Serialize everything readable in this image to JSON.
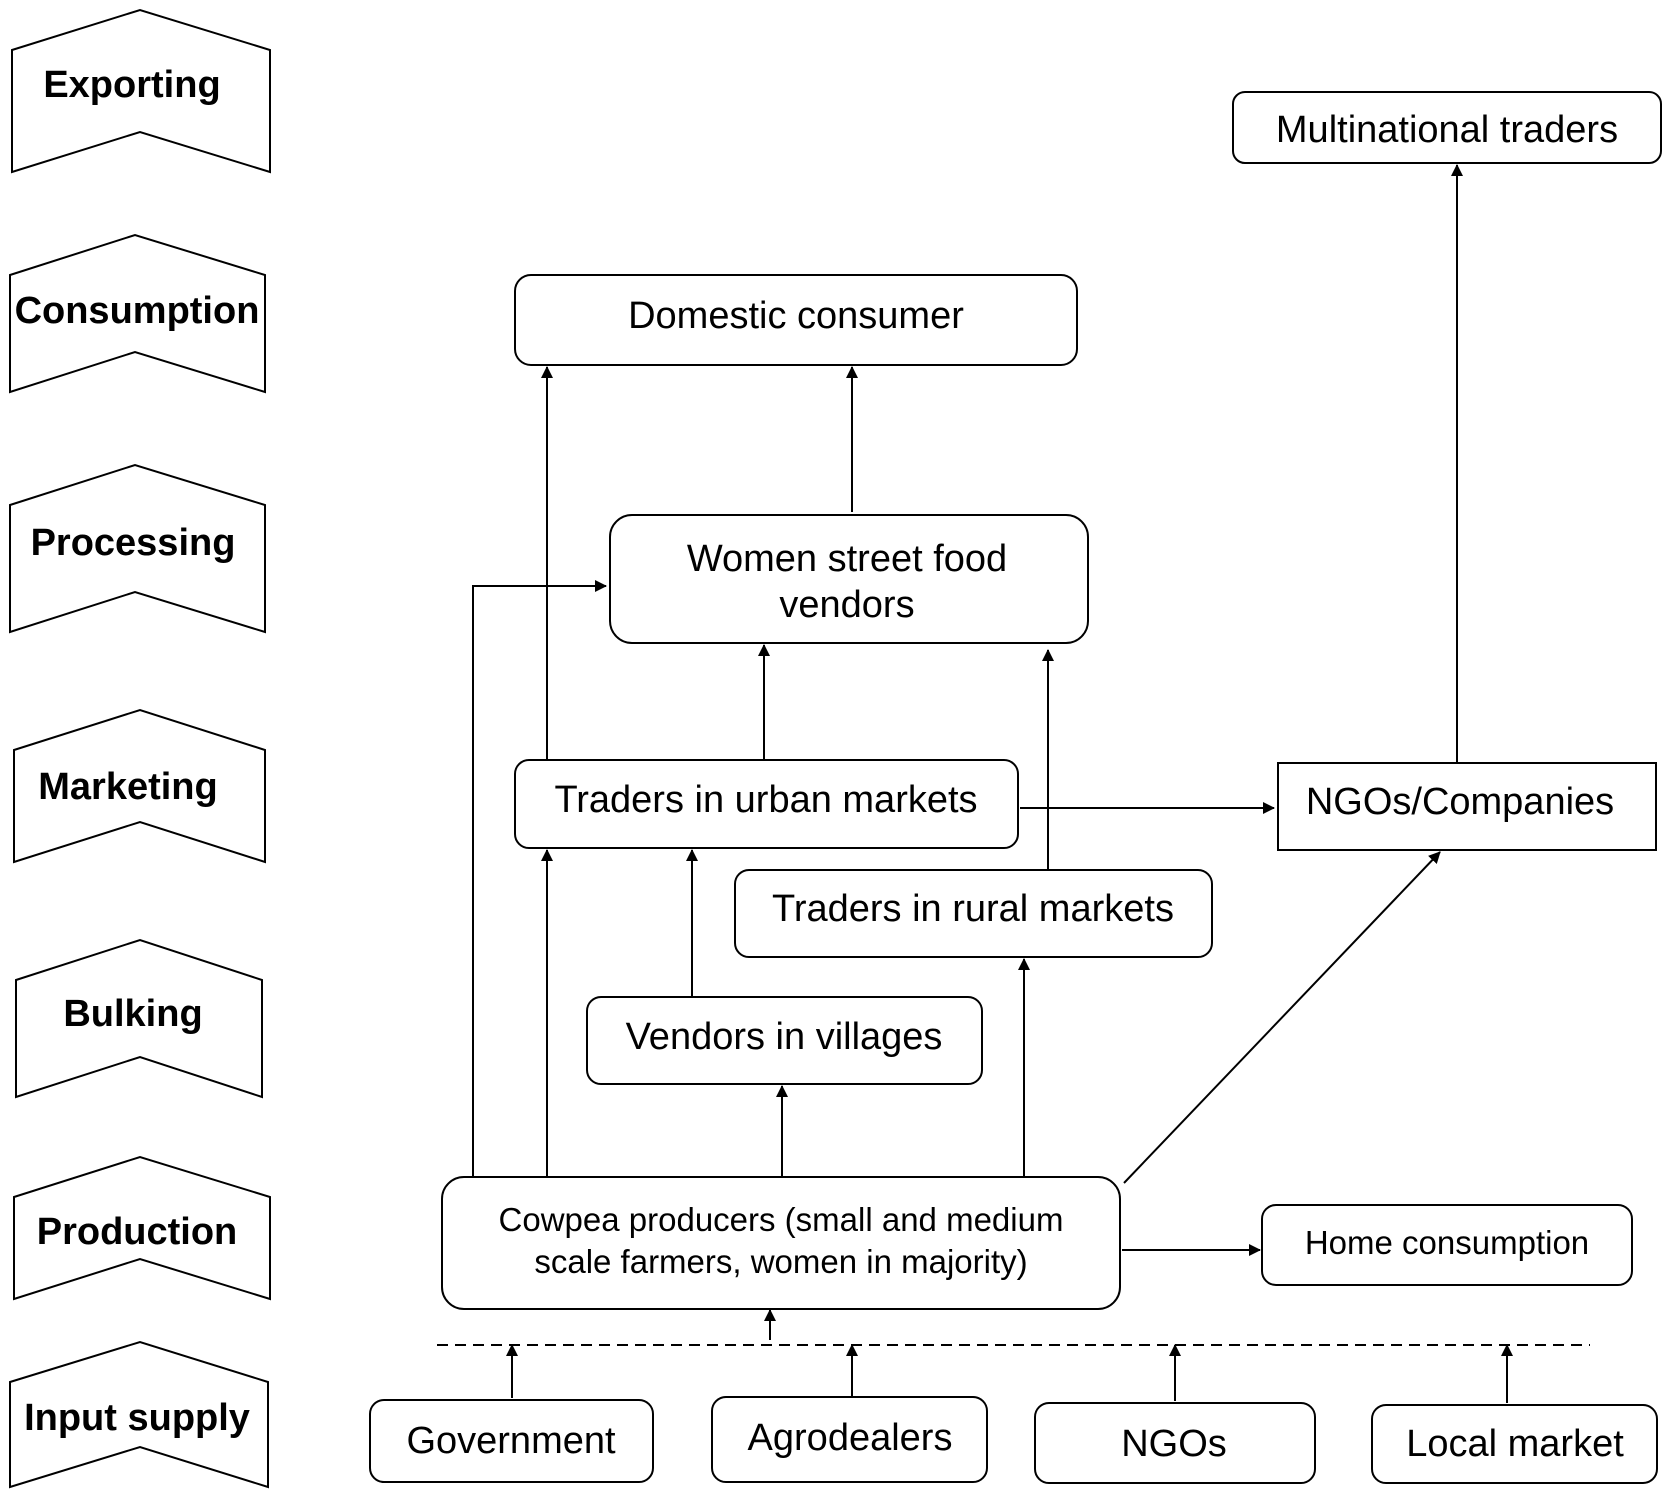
{
  "stages": {
    "exporting": "Exporting",
    "consumption": "Consumption",
    "processing": "Processing",
    "marketing": "Marketing",
    "bulking": "Bulking",
    "production": "Production",
    "input_supply": "Input supply"
  },
  "actors": {
    "multinational_traders": "Multinational traders",
    "domestic_consumer": "Domestic consumer",
    "women_street_food_vendors": [
      "Women street food",
      "vendors"
    ],
    "traders_urban": "Traders in urban markets",
    "ngos_companies": "NGOs/Companies",
    "traders_rural": "Traders in rural markets",
    "vendors_villages": "Vendors in villages",
    "cowpea_producers": [
      "Cowpea producers (small and medium",
      "scale farmers, women in majority)"
    ],
    "home_consumption": "Home consumption",
    "government": "Government",
    "agrodealers": "Agrodealers",
    "ngos": "NGOs",
    "local_market": "Local market"
  }
}
